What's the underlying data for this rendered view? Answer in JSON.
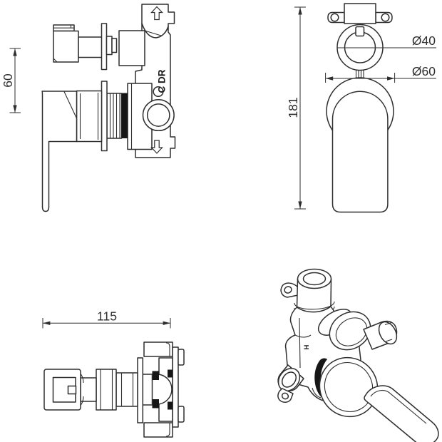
{
  "drawing": {
    "line_color": "#2e2e2e",
    "seal_color": "#161616",
    "views": {
      "side": {
        "dim_offset": "60",
        "port_marking": "C DR"
      },
      "front": {
        "dim_height": "181",
        "dim_ring_diameter": "Ø40",
        "dim_flange_diameter": "Ø60"
      },
      "top": {
        "dim_depth": "115"
      },
      "iso": {
        "hot_marking": "H"
      }
    }
  }
}
